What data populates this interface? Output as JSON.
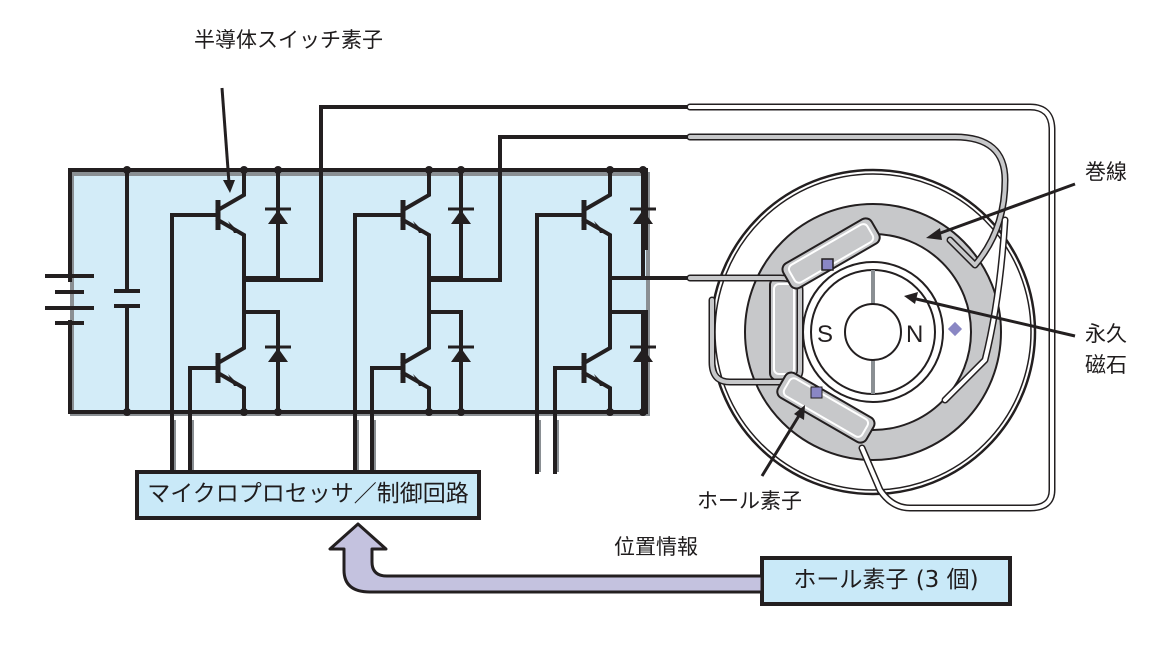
{
  "title": "ブラシレスDCモータの駆動回路",
  "labels": {
    "switch_element": "半導体スイッチ素子",
    "winding": "巻線",
    "magnet_line1": "永久",
    "magnet_line2": "磁石",
    "hall_element": "ホール素子",
    "position_info": "位置情報",
    "controller": "マイクロプロセッサ／制御回路",
    "hall_sensors": "ホール素子 (3 個)",
    "pole_s": "S",
    "pole_n": "N"
  },
  "colors": {
    "inverter_fill": "#d3ecf8",
    "box_fill": "#c9e9f8",
    "arrow_fill": "#c4c2df",
    "stator_gray": "#c7c8ca",
    "hall_marker": "#8a87c4",
    "line": "#231f20"
  },
  "components": {
    "power_source": "battery",
    "smoothing": "capacitor",
    "switch_legs": 3,
    "switches_per_leg": 2,
    "hall_sensor_count": 3,
    "motor_phases": 3
  }
}
